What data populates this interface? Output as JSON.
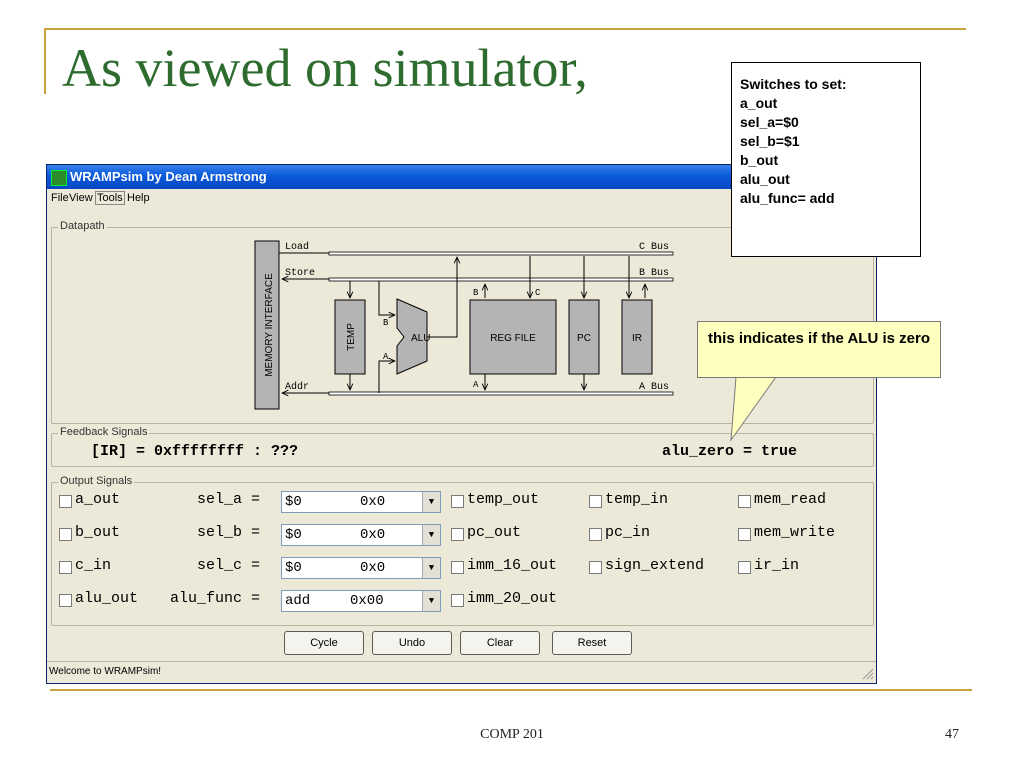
{
  "slide": {
    "title": "As viewed on simulator,",
    "footer_course": "COMP 201",
    "page_number": "47"
  },
  "window": {
    "title": "WRAMPsim by Dean Armstrong",
    "menu": [
      "File",
      "View",
      "Tools",
      "Help"
    ],
    "status": "Welcome to WRAMPsim!"
  },
  "datapath": {
    "label": "Datapath",
    "memory_interface": "MEMORY INTERFACE",
    "blocks": {
      "temp": "TEMP",
      "alu": "ALU",
      "reg_file": "REG FILE",
      "pc": "PC",
      "ir": "IR"
    },
    "lines": {
      "load": "Load",
      "store": "Store",
      "addr": "Addr",
      "c_bus": "C Bus",
      "b_bus": "B Bus",
      "a_bus": "A Bus"
    },
    "ports": {
      "alu_b": "B",
      "alu_a": "A",
      "reg_b": "B",
      "reg_c": "C",
      "reg_a": "A"
    }
  },
  "feedback": {
    "label": "Feedback Signals",
    "ir_text": "[IR] = 0xffffffff : ???",
    "alu_zero_text": "alu_zero = true"
  },
  "output": {
    "label": "Output Signals",
    "a_out": "a_out",
    "b_out": "b_out",
    "c_in": "c_in",
    "alu_out": "alu_out",
    "sel_a_label": "sel_a =",
    "sel_b_label": "sel_b =",
    "sel_c_label": "sel_c =",
    "alu_func_label": "alu_func =",
    "sel_a": {
      "reg": "$0",
      "hex": "0x0"
    },
    "sel_b": {
      "reg": "$0",
      "hex": "0x0"
    },
    "sel_c": {
      "reg": "$0",
      "hex": "0x0"
    },
    "alu_func": {
      "op": "add",
      "hex": "0x00"
    },
    "temp_out": "temp_out",
    "temp_in": "temp_in",
    "mem_read": "mem_read",
    "pc_out": "pc_out",
    "pc_in": "pc_in",
    "mem_write": "mem_write",
    "imm_16_out": "imm_16_out",
    "sign_extend": "sign_extend",
    "ir_in": "ir_in",
    "imm_20_out": "imm_20_out"
  },
  "buttons": {
    "cycle": "Cycle",
    "undo": "Undo",
    "clear": "Clear",
    "reset": "Reset"
  },
  "callouts": {
    "switches": [
      "Switches to set:",
      "a_out",
      "sel_a=$0",
      "sel_b=$1",
      "b_out",
      "alu_out",
      "alu_func= add"
    ],
    "alu_zero_note": "this indicates if the ALU is zero"
  }
}
